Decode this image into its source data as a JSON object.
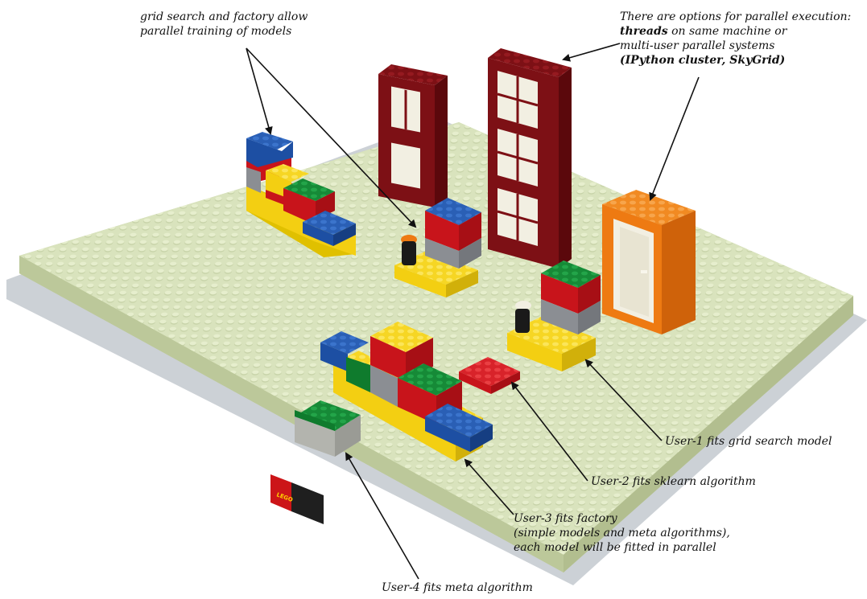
{
  "annotations": {
    "grid_search": {
      "line1": "grid search and factory allow",
      "line2": "parallel training of models"
    },
    "parallel": {
      "line1": "There are options for parallel execution:",
      "line2_bold": "threads",
      "line2_rest": " on same machine or",
      "line3": "multi-user parallel systems",
      "line4": "(IPython cluster,  SkyGrid)"
    },
    "user1": "User-1 fits grid search model",
    "user2": "User-2 fits sklearn algorithm",
    "user3": {
      "line1": "User-3 fits factory",
      "line2": "(simple models and meta algorithms),",
      "line3": "each model will be fitted in parallel"
    },
    "user4": "User-4 fits meta algorithm"
  },
  "colors": {
    "baseplate": "#d9e3bd",
    "baseplate_side": "#c3cf9f",
    "baseplate_shadow": "#9aa4ad",
    "blue": "#1d4fa3",
    "red": "#c8141b",
    "yellow": "#f3cf12",
    "green": "#0f7b2d",
    "gray": "#8b8e93",
    "light_gray": "#b3b4ae",
    "dark_red": "#6d0a0e",
    "orange": "#ee7a12",
    "window_white": "#f2efe2",
    "minifig_black": "#1a1a1a"
  }
}
